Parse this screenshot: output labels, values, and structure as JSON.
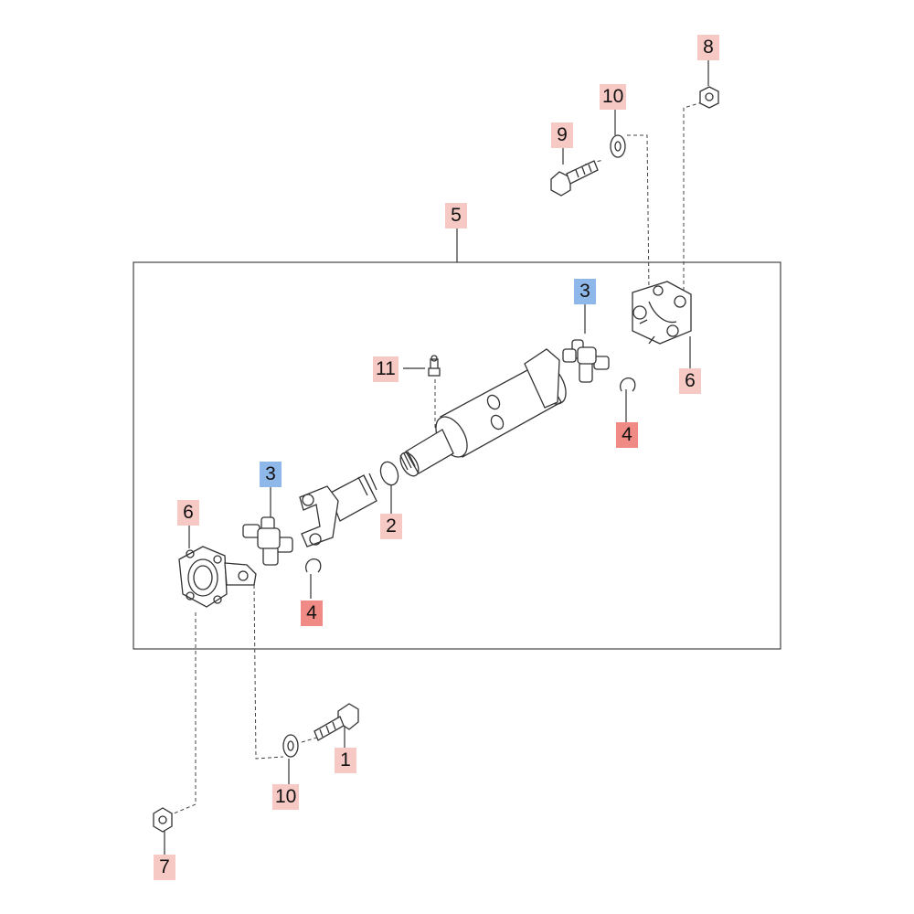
{
  "callouts": {
    "c1": "1",
    "c2": "2",
    "c3a": "3",
    "c3b": "3",
    "c4a": "4",
    "c4b": "4",
    "c5": "5",
    "c6a": "6",
    "c6b": "6",
    "c7": "7",
    "c8": "8",
    "c9": "9",
    "c10a": "10",
    "c10b": "10",
    "c11": "11"
  },
  "colors": {
    "callout_default": "#f7c9c5",
    "callout_highlight": "#ef8b84",
    "callout_selected": "#8fb8ea",
    "line": "#333333"
  }
}
